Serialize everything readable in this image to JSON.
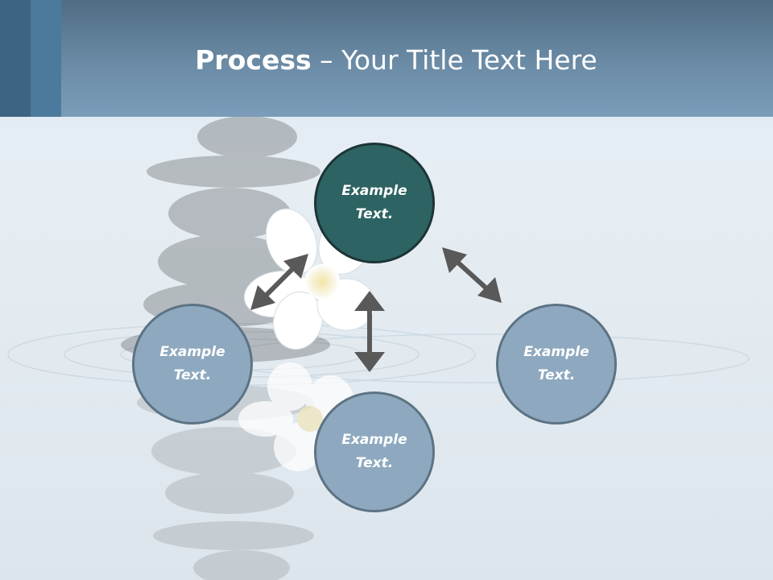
{
  "slide": {
    "title_bold": "Process",
    "title_rest": " – Your Title Text Here"
  },
  "nodes": [
    {
      "id": "top",
      "text": "Example Text.",
      "style": "dark"
    },
    {
      "id": "left",
      "text": "Example Text.",
      "style": "light"
    },
    {
      "id": "bottom",
      "text": "Example Text.",
      "style": "light"
    },
    {
      "id": "right",
      "text": "Example Text.",
      "style": "light"
    }
  ],
  "connections": [
    {
      "from": "top",
      "to": "left",
      "type": "bidirectional"
    },
    {
      "from": "top",
      "to": "bottom",
      "type": "bidirectional"
    },
    {
      "from": "top",
      "to": "right",
      "type": "bidirectional"
    }
  ],
  "colors": {
    "header": "#6b8ba6",
    "node_dark": "#2e6363",
    "node_light": "#8ea9bf",
    "arrow": "#595959"
  }
}
